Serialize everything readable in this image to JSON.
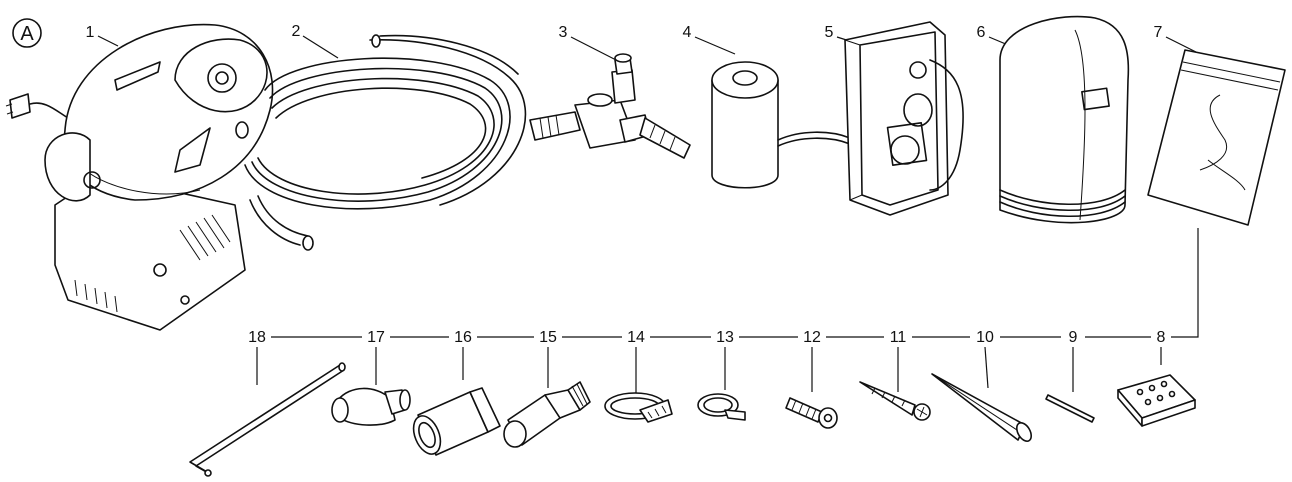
{
  "figure_badge": "A",
  "parts": [
    {
      "label": "1",
      "icon": "pump-unit"
    },
    {
      "label": "2",
      "icon": "coiled-tubing"
    },
    {
      "label": "3",
      "icon": "tee-fitting"
    },
    {
      "label": "4",
      "icon": "ferrite-sleeve"
    },
    {
      "label": "5",
      "icon": "electrical-junction-box"
    },
    {
      "label": "6",
      "icon": "cover-housing"
    },
    {
      "label": "7",
      "icon": "hardware-bag"
    },
    {
      "label": "8",
      "icon": "terminal-connector"
    },
    {
      "label": "9",
      "icon": "pin"
    },
    {
      "label": "10",
      "icon": "ground-stake"
    },
    {
      "label": "11",
      "icon": "wood-screw"
    },
    {
      "label": "12",
      "icon": "machine-screw"
    },
    {
      "label": "13",
      "icon": "small-hose-clamp"
    },
    {
      "label": "14",
      "icon": "hose-clamp"
    },
    {
      "label": "15",
      "icon": "hose-barb-adapter"
    },
    {
      "label": "16",
      "icon": "hose-coupling"
    },
    {
      "label": "17",
      "icon": "elbow-fitting"
    },
    {
      "label": "18",
      "icon": "hex-key"
    }
  ]
}
